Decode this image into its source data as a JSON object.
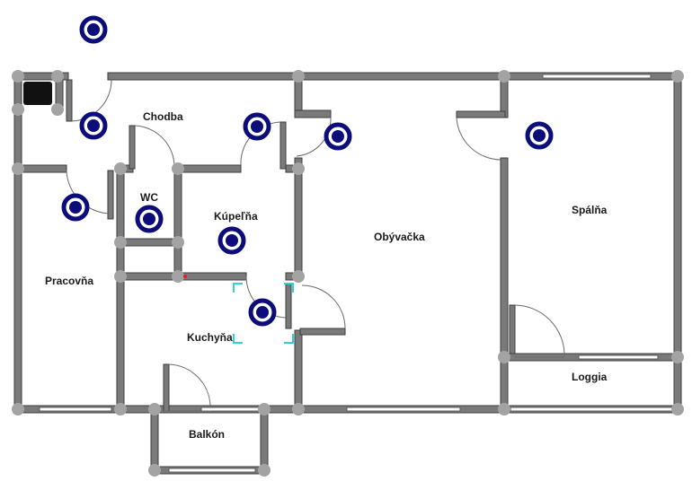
{
  "rooms": {
    "chodba": "Chodba",
    "wc": "WC",
    "kupelna": "Kúpeľňa",
    "obyvacka": "Obývačka",
    "spalna": "Spálňa",
    "pracovna": "Pracovňa",
    "kuchyna": "Kuchyňa",
    "loggia": "Loggia",
    "balkon": "Balkón"
  },
  "icons": {
    "marker": "location-marker-icon",
    "chimney": "chimney-icon"
  },
  "colors": {
    "wall": "#7a7a7a",
    "marker": "#0d0d7a",
    "selection": "#33d0d8"
  }
}
